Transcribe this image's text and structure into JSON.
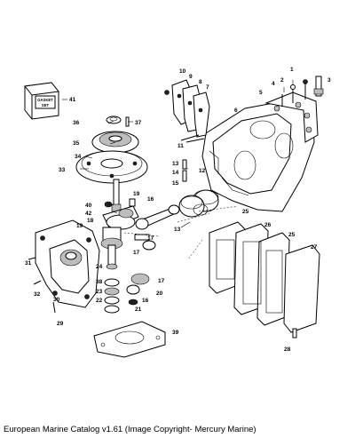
{
  "caption": "European Marine Catalog v1.61 (Image Copyright- Mercury Marine)",
  "gasket_box_text": [
    "GASKET",
    "SET"
  ],
  "callouts": [
    "1",
    "2",
    "3",
    "4",
    "5",
    "6",
    "7",
    "8",
    "9",
    "10",
    "11",
    "12",
    "13",
    "13",
    "14",
    "15",
    "16",
    "16",
    "17",
    "17",
    "17",
    "18",
    "19",
    "19",
    "20",
    "21",
    "22",
    "23",
    "24",
    "25",
    "25",
    "26",
    "27",
    "28",
    "29",
    "30",
    "31",
    "32",
    "33",
    "34",
    "35",
    "36",
    "37",
    "38",
    "39",
    "40",
    "41",
    "42"
  ]
}
